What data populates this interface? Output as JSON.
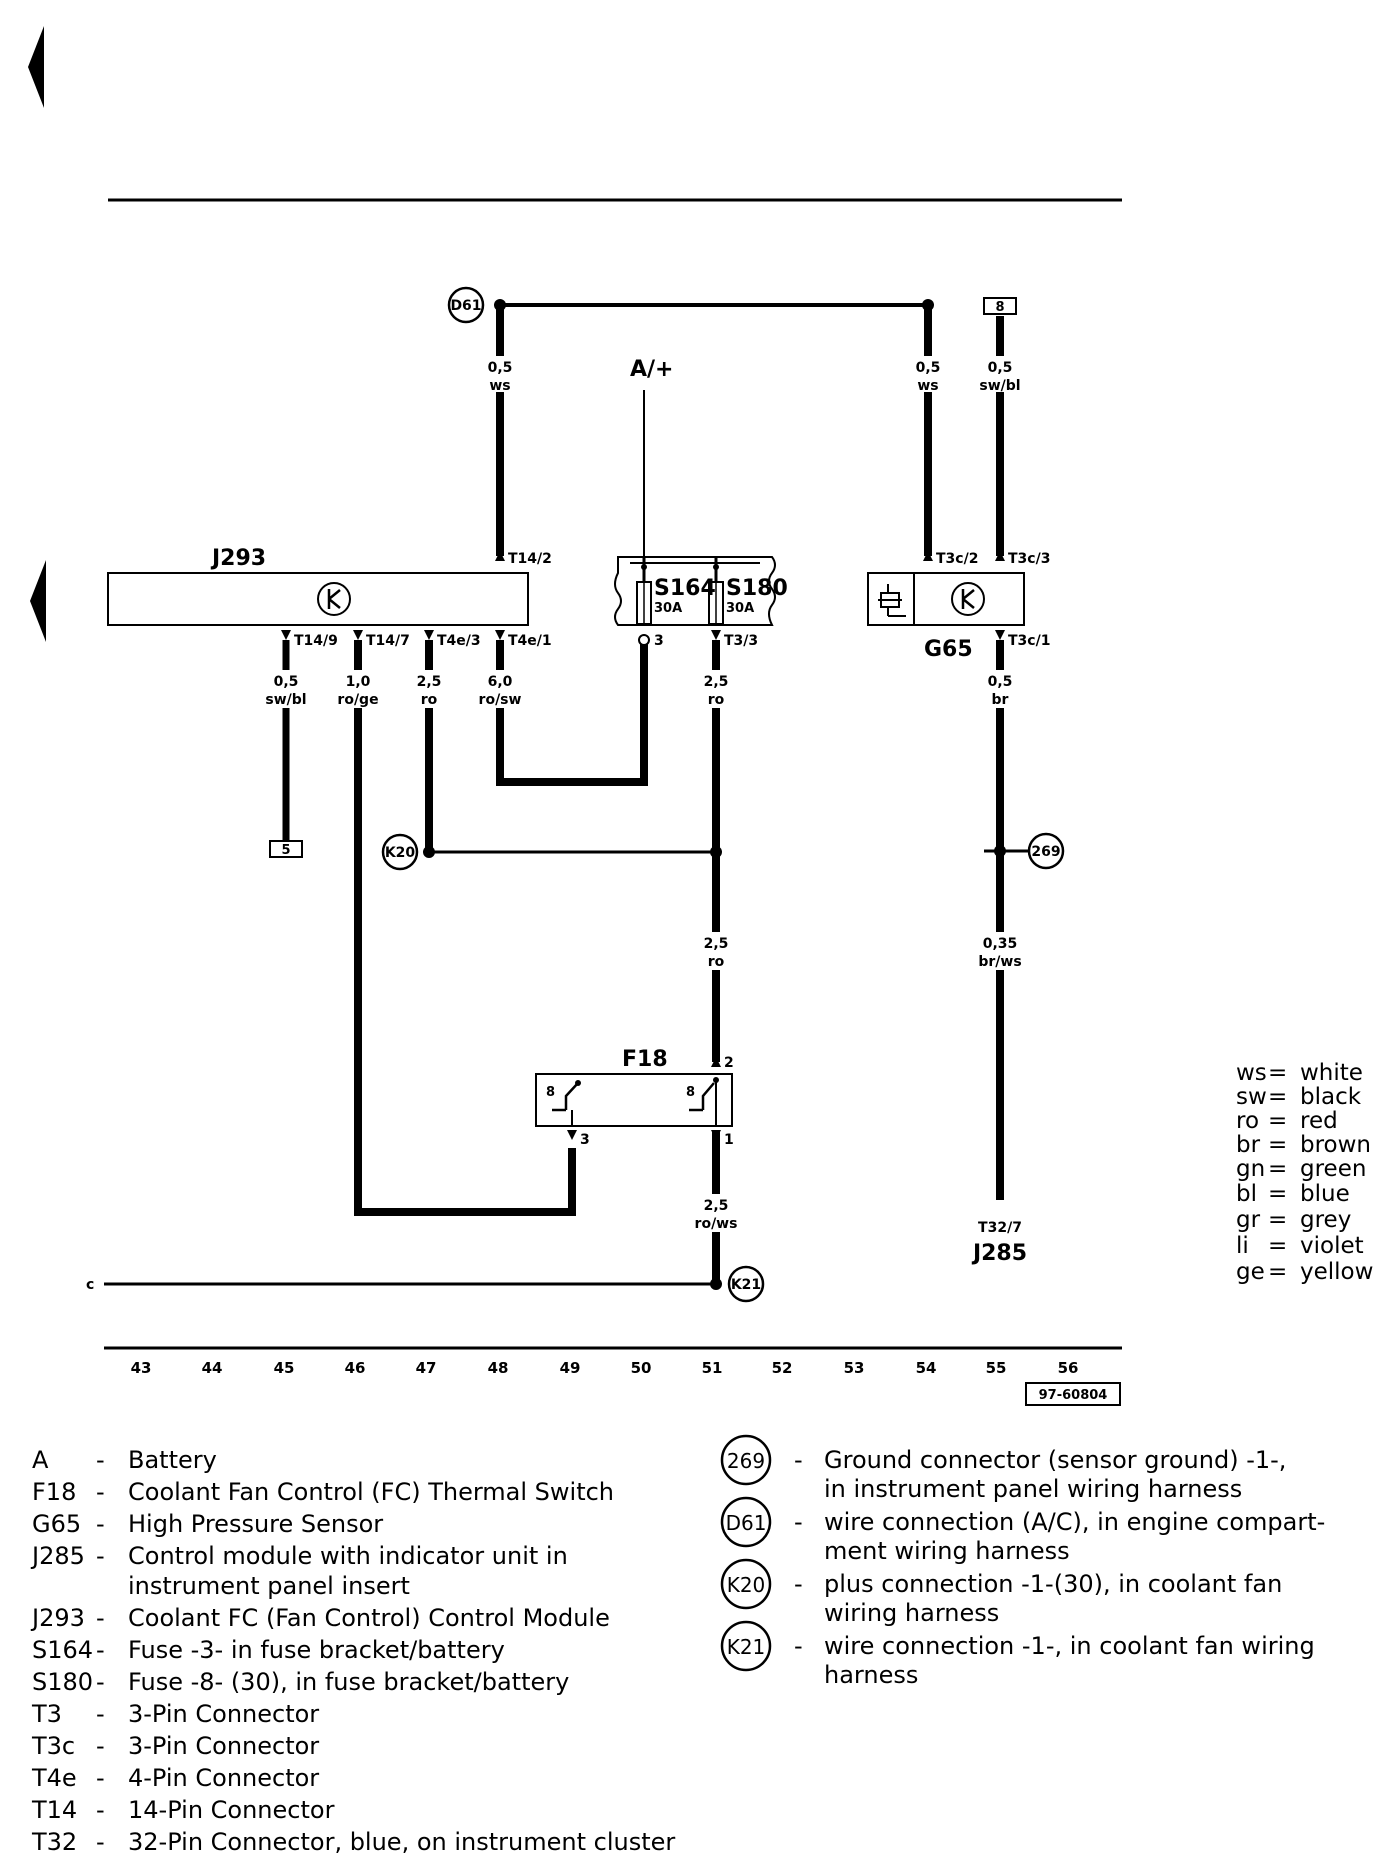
{
  "diagram": {
    "battery_label": "A/+",
    "components": {
      "j293": "J293",
      "g65": "G65",
      "f18": "F18",
      "s164": "S164",
      "s180": "S180",
      "s164_rating": "30A",
      "s180_rating": "30A",
      "j285": "J285"
    },
    "connections": {
      "d61": "D61",
      "k20": "K20",
      "k21": "K21",
      "g269": "269"
    },
    "ref_boxes": {
      "top_8": "8",
      "bottom_5": "5"
    },
    "pins": {
      "t14_2": "T14/2",
      "t14_9": "T14/9",
      "t14_7": "T14/7",
      "t4e_3": "T4e/3",
      "t4e_1": "T4e/1",
      "s164_3": "3",
      "t3_3": "T3/3",
      "t3c_2": "T3c/2",
      "t3c_3": "T3c/3",
      "t3c_1": "T3c/1",
      "f18_2": "2",
      "f18_1": "1",
      "f18_3": "3",
      "t32_7": "T32/7",
      "c_ref": "c"
    },
    "wires": {
      "d61_left": {
        "size": "0,5",
        "color": "ws"
      },
      "d61_right": {
        "size": "0,5",
        "color": "ws"
      },
      "ref8": {
        "size": "0,5",
        "color": "sw/bl"
      },
      "t14_9": {
        "size": "0,5",
        "color": "sw/bl"
      },
      "t14_7": {
        "size": "1,0",
        "color": "ro/ge"
      },
      "t4e_3": {
        "size": "2,5",
        "color": "ro"
      },
      "t4e_1": {
        "size": "6,0",
        "color": "ro/sw"
      },
      "t3_3": {
        "size": "2,5",
        "color": "ro"
      },
      "t3c_1": {
        "size": "0,5",
        "color": "br"
      },
      "mid_ro": {
        "size": "2,5",
        "color": "ro"
      },
      "g269_down": {
        "size": "0,35",
        "color": "br/ws"
      },
      "f18_1": {
        "size": "2,5",
        "color": "ro/ws"
      }
    },
    "f18_temps": [
      "8",
      "8"
    ],
    "grid_numbers": [
      "43",
      "44",
      "45",
      "46",
      "47",
      "48",
      "49",
      "50",
      "51",
      "52",
      "53",
      "54",
      "55",
      "56"
    ],
    "drawing_number": "97-60804"
  },
  "color_key": [
    {
      "abbr": "ws",
      "name": "white"
    },
    {
      "abbr": "sw",
      "name": "black"
    },
    {
      "abbr": "ro",
      "name": "red"
    },
    {
      "abbr": "br",
      "name": "brown"
    },
    {
      "abbr": "gn",
      "name": "green"
    },
    {
      "abbr": "bl",
      "name": "blue"
    },
    {
      "abbr": "gr",
      "name": "grey"
    },
    {
      "abbr": "li",
      "name": "violet"
    },
    {
      "abbr": "ge",
      "name": "yellow"
    }
  ],
  "legend_left": [
    {
      "code": "A",
      "lines": [
        "Battery"
      ]
    },
    {
      "code": "F18",
      "lines": [
        "Coolant Fan Control (FC) Thermal Switch"
      ]
    },
    {
      "code": "G65",
      "lines": [
        "High Pressure Sensor"
      ]
    },
    {
      "code": "J285",
      "lines": [
        "Control module with indicator unit in",
        "instrument panel insert"
      ]
    },
    {
      "code": "J293",
      "lines": [
        "Coolant FC (Fan Control) Control Module"
      ]
    },
    {
      "code": "S164",
      "lines": [
        "Fuse -3- in fuse bracket/battery"
      ]
    },
    {
      "code": "S180",
      "lines": [
        "Fuse -8- (30), in fuse bracket/battery"
      ]
    },
    {
      "code": "T3",
      "lines": [
        "3-Pin Connector"
      ]
    },
    {
      "code": "T3c",
      "lines": [
        "3-Pin Connector"
      ]
    },
    {
      "code": "T4e",
      "lines": [
        "4-Pin Connector"
      ]
    },
    {
      "code": "T14",
      "lines": [
        "14-Pin Connector"
      ]
    },
    {
      "code": "T32",
      "lines": [
        "32-Pin Connector, blue, on instrument cluster"
      ]
    }
  ],
  "legend_right": [
    {
      "code": "269",
      "lines": [
        "Ground connector (sensor ground) -1-,",
        "in instrument panel wiring harness"
      ]
    },
    {
      "code": "D61",
      "lines": [
        "wire connection (A/C), in engine compart-",
        "ment wiring harness"
      ]
    },
    {
      "code": "K20",
      "lines": [
        "plus connection -1-(30), in coolant fan",
        "wiring harness"
      ]
    },
    {
      "code": "K21",
      "lines": [
        "wire connection -1-, in coolant fan wiring",
        "harness"
      ]
    }
  ]
}
